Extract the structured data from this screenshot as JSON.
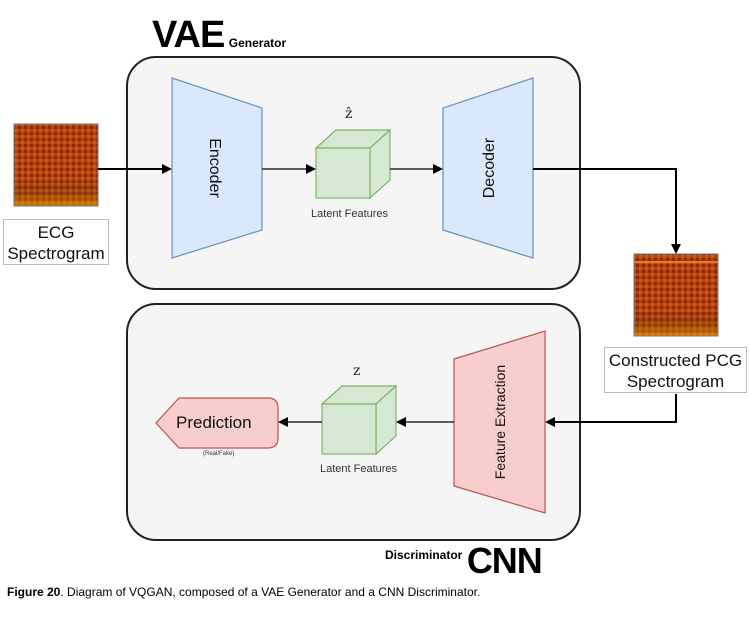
{
  "generator": {
    "title": "VAE",
    "subtitle": "Generator",
    "encoder_label": "Encoder",
    "decoder_label": "Decoder",
    "latent_symbol": "ẑ",
    "latent_label": "Latent Features"
  },
  "discriminator": {
    "title": "CNN",
    "subtitle": "Discriminator",
    "feature_label": "Feature Extraction",
    "latent_symbol": "z",
    "latent_label": "Latent Features",
    "prediction_label": "Prediction",
    "prediction_sub": "(Real/Fake)"
  },
  "input": {
    "line1": "ECG",
    "line2": "Spectrogram"
  },
  "output": {
    "line1": "Constructed PCG",
    "line2": "Spectrogram"
  },
  "caption": {
    "label": "Figure 20",
    "text": ". Diagram of VQGAN, composed of a VAE Generator and a CNN Discriminator."
  },
  "colors": {
    "encoder_fill": "#dae8fc",
    "encoder_stroke": "#6c8ebf",
    "latent_fill": "#d5e8d4",
    "latent_stroke": "#82b366",
    "disc_fill": "#f8cecc",
    "disc_stroke": "#b85450"
  }
}
